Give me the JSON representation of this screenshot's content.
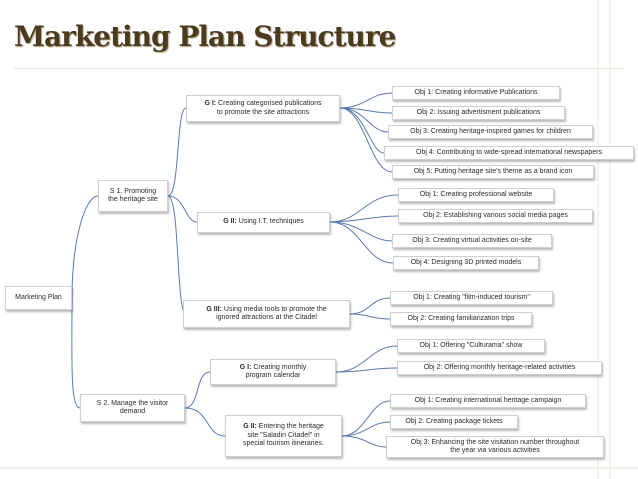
{
  "slide": {
    "title": "Marketing Plan Structure"
  },
  "tree": {
    "root": "Marketing Plan",
    "strategies": [
      {
        "label": "S 1. Promoting\nthe heritage site",
        "goals": [
          {
            "prefix": "G I:",
            "label": " Creating categorised publications\nto promote the site attractions",
            "objectives": [
              "Obj 1: Creating informative Publications",
              "Obj 2: Issuing advertisment publications",
              "Obj 3: Creating heritage-inspired games for children",
              "Obj 4: Contributing to wide-spread international newspapers",
              "Obj 5: Putting heritage site's theme as a brand icon"
            ]
          },
          {
            "prefix": "G II:",
            "label": " Using I.T. techniques",
            "objectives": [
              "Obj 1: Creating professional website",
              "Obj 2: Establishing various social media pages",
              "Obj 3: Creating virtual activities on-site",
              "Obj 4: Designing 3D printed models"
            ]
          },
          {
            "prefix": "G III:",
            "label": " Using media tools to promote the\nignored attractions at the Citadel",
            "objectives": [
              "Obj 1: Creating \"film-induced tourism\"",
              "Obj 2: Creating familiarization trips"
            ]
          }
        ]
      },
      {
        "label": "S 2. Manage the visitor\ndemand",
        "goals": [
          {
            "prefix": "G I:",
            "label": " Creating monthly\nprogram calendar",
            "objectives": [
              "Obj 1: Offering \"Culturama\" show",
              "Obj 2: Offering monthly heritage-related activities"
            ]
          },
          {
            "prefix": "G II:",
            "label": " Entering the heritage\nsite \"Saladin Citadel\" in\nspecial tourism itineraries.",
            "objectives": [
              "Obj 1: Creating international heritage campaign",
              "Obj 2: Creating package tickets",
              "Obj 3: Enhancing the site visitation number throughout\nthe year via various activities"
            ]
          }
        ]
      }
    ]
  }
}
